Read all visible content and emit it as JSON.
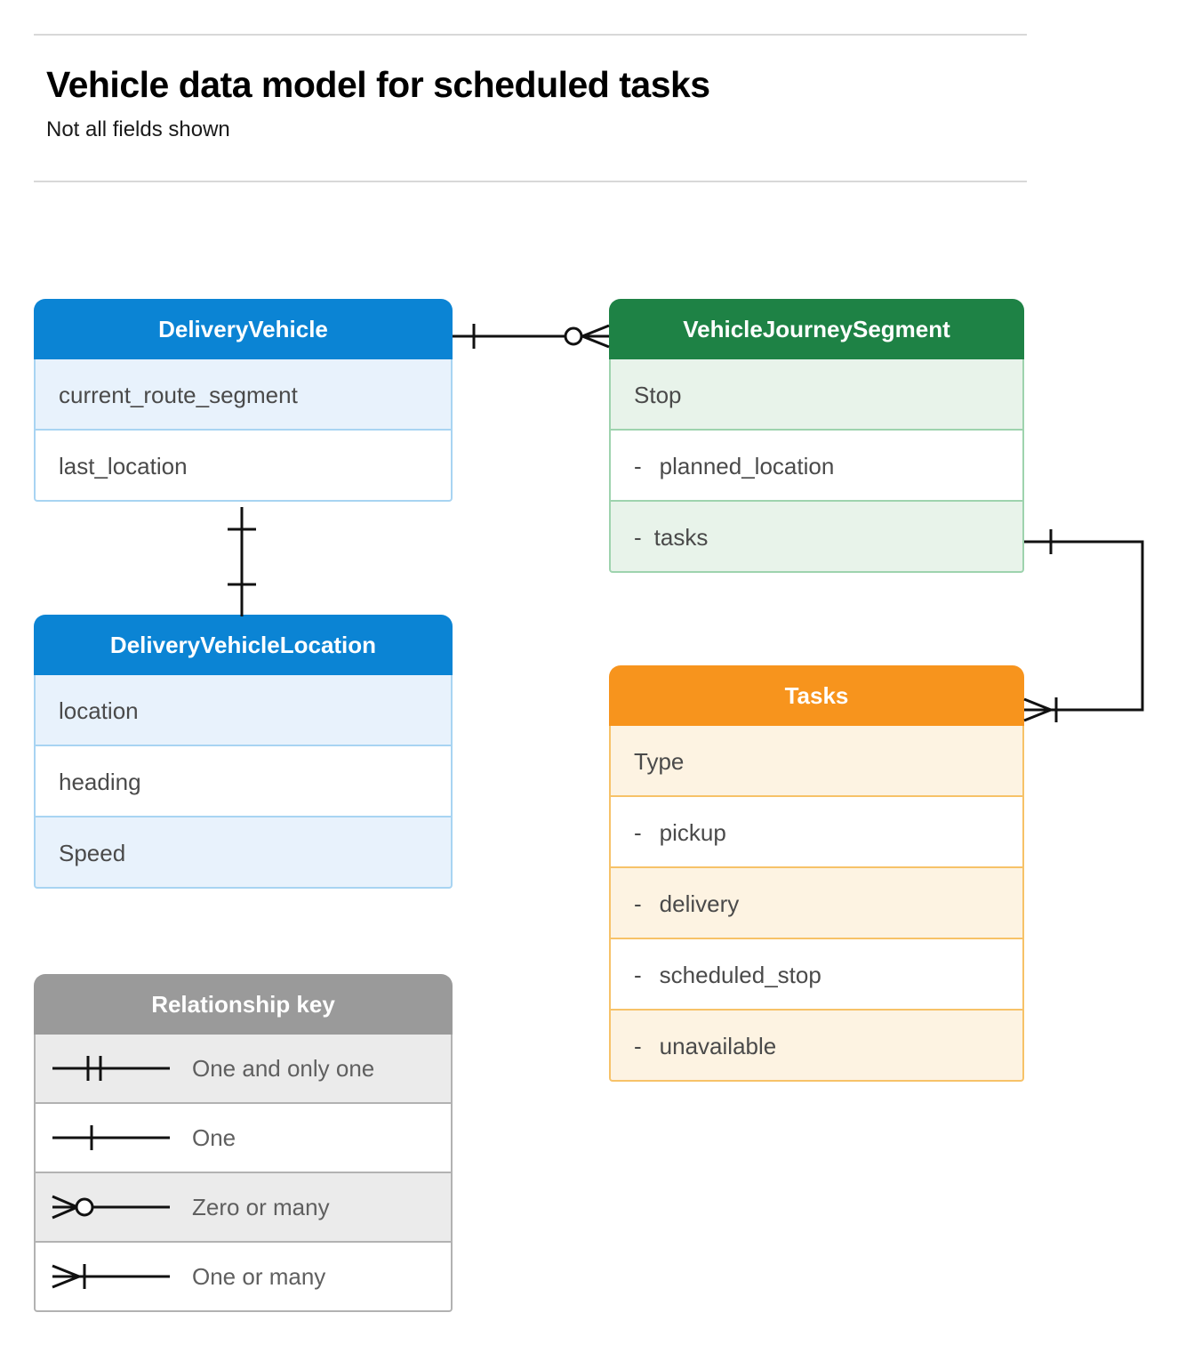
{
  "header": {
    "title": "Vehicle data model for scheduled tasks",
    "subtitle": "Not all fields shown"
  },
  "entities": [
    {
      "id": "delivery-vehicle",
      "name": "DeliveryVehicle",
      "color": "#0b84d4",
      "rows": [
        {
          "label": "current_route_segment",
          "dash": ""
        },
        {
          "label": "last_location",
          "dash": ""
        }
      ]
    },
    {
      "id": "vehicle-journey-segment",
      "name": "VehicleJourneySegment",
      "color": "#1e8245",
      "rows": [
        {
          "label": "Stop",
          "dash": ""
        },
        {
          "label": "planned_location",
          "dash": "-"
        },
        {
          "label": "tasks",
          "dash": "-"
        }
      ]
    },
    {
      "id": "delivery-vehicle-location",
      "name": "DeliveryVehicleLocation",
      "color": "#0b84d4",
      "rows": [
        {
          "label": "location",
          "dash": ""
        },
        {
          "label": "heading",
          "dash": ""
        },
        {
          "label": "Speed",
          "dash": ""
        }
      ]
    },
    {
      "id": "tasks",
      "name": "Tasks",
      "color": "#f7941d",
      "rows": [
        {
          "label": "Type",
          "dash": ""
        },
        {
          "label": "pickup",
          "dash": "-"
        },
        {
          "label": "delivery",
          "dash": "-"
        },
        {
          "label": "scheduled_stop",
          "dash": "-"
        },
        {
          "label": "unavailable",
          "dash": "-"
        }
      ]
    }
  ],
  "legend": {
    "title": "Relationship key",
    "color": "#9a9a9a",
    "items": [
      {
        "symbol": "one-and-only-one-icon",
        "label": "One and only one"
      },
      {
        "symbol": "one-icon",
        "label": "One"
      },
      {
        "symbol": "zero-or-many-icon",
        "label": "Zero or many"
      },
      {
        "symbol": "one-or-many-icon",
        "label": "One or many"
      }
    ]
  },
  "relationships": [
    {
      "id": "vehicle-to-journey-segment",
      "from": "DeliveryVehicle",
      "to": "VehicleJourneySegment",
      "from_cardinality": "One",
      "to_cardinality": "Zero or many"
    },
    {
      "id": "vehicle-to-vehicle-location",
      "from": "DeliveryVehicle",
      "to": "DeliveryVehicleLocation",
      "from_cardinality": "One",
      "to_cardinality": "One"
    },
    {
      "id": "journey-segment-tasks-to-tasks",
      "from": "VehicleJourneySegment.tasks",
      "to": "Tasks",
      "from_cardinality": "One",
      "to_cardinality": "One or many"
    }
  ]
}
